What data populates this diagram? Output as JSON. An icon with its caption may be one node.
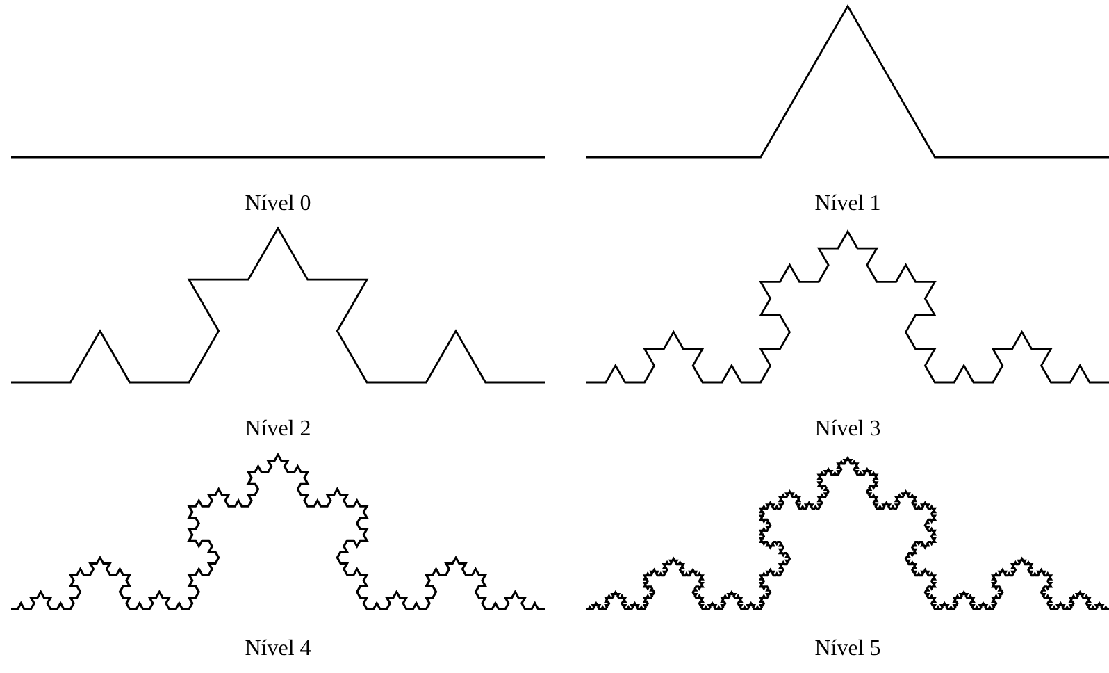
{
  "diagram": {
    "labels": [
      "Nível 0",
      "Nível 1",
      "Nível 2",
      "Nível 3",
      "Nível 4",
      "Nível 5"
    ]
  }
}
